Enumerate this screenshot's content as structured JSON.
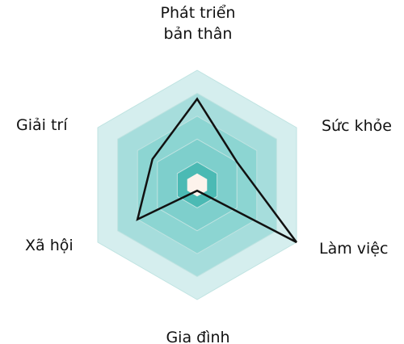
{
  "chart_data": {
    "type": "radar",
    "title": "",
    "axes": [
      {
        "label_lines": [
          "Phát triển",
          "bản thân"
        ],
        "value": 0.75
      },
      {
        "label_lines": [
          "Sức khỏe"
        ],
        "value": 0.4
      },
      {
        "label_lines": [
          "Làm việc"
        ],
        "value": 1.0
      },
      {
        "label_lines": [
          "Gia đình"
        ],
        "value": 0.05
      },
      {
        "label_lines": [
          "Xã hội"
        ],
        "value": 0.6
      },
      {
        "label_lines": [
          "Giải trí"
        ],
        "value": 0.45
      }
    ],
    "range": [
      0,
      1
    ],
    "rings": [
      1.0,
      0.8,
      0.6,
      0.4,
      0.2,
      0.1
    ],
    "colors": {
      "rings": [
        "#d5eeee",
        "#a6dddc",
        "#8cd5d2",
        "#7ecfcc",
        "#4bbab4",
        "#fdf3ec"
      ],
      "ring_stroke": "#bfe3e1",
      "series_line": "#111111"
    }
  }
}
